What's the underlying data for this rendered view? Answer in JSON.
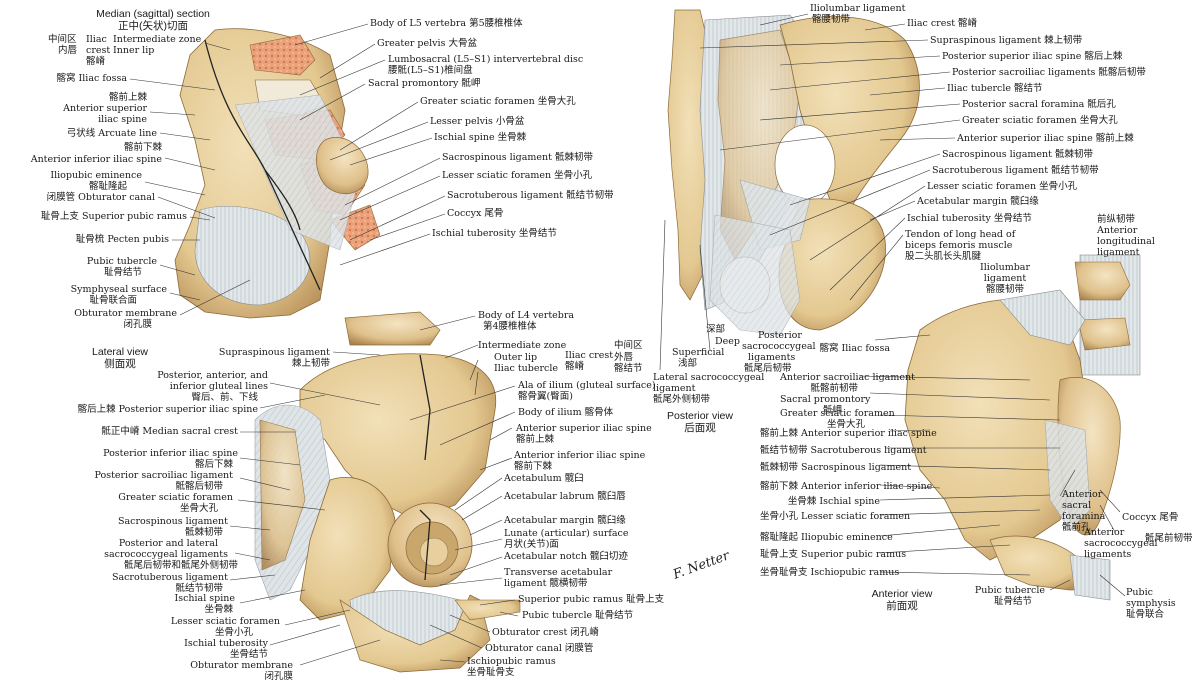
{
  "panels": {
    "median": {
      "title_en": "Median (sagittal) section",
      "title_zh": "正中(矢状)切面",
      "right_labels": [
        "Body of L5 vertebra 第5腰椎椎体",
        "Greater pelvis 大骨盆",
        "Lumbosacral (L5–S1) intervertebral disc",
        "腰骶(L5–S1)椎间盘",
        "Sacral promontory 骶岬",
        "Greater sciatic foramen 坐骨大孔",
        "Lesser pelvis 小骨盆",
        "Ischial spine 坐骨棘",
        "Sacrospinous ligament 骶棘韧带",
        "Lesser sciatic foramen 坐骨小孔",
        "Sacrotuberous ligament 骶结节韧带",
        "Coccyx 尾骨",
        "Ischial tuberosity 坐骨结节"
      ],
      "crest_group": {
        "zh_left": "中间区",
        "zh_left2": "内唇",
        "iliac": "Iliac",
        "crest": "crest",
        "zh_crest": "髂嵴",
        "zone": "Intermediate zone",
        "lip": "Inner lip"
      },
      "left_labels": [
        "髂窝 Iliac fossa",
        "髂前上棘",
        "Anterior superior",
        "iliac spine",
        "弓状线 Arcuate line",
        "髂前下棘",
        "Anterior inferior iliac spine",
        "Iliopubic eminence",
        "髂耻隆起",
        "闭膜管 Obturator canal",
        "耻骨上支 Superior pubic ramus",
        "耻骨梳 Pecten pubis",
        "Pubic tubercle",
        "耻骨结节",
        "Symphyseal surface",
        "耻骨联合面",
        "Obturator membrane",
        "闭孔膜"
      ]
    },
    "lateral": {
      "title_en": "Lateral view",
      "title_zh": "侧面观",
      "left_labels": [
        "Supraspinous ligament",
        "棘上韧带",
        "Posterior, anterior, and",
        "inferior gluteal lines",
        "臀后、前、下线",
        "髂后上棘 Posterior superior iliac spine",
        "骶正中嵴 Median sacral crest",
        "Posterior inferior iliac spine",
        "髂后下棘",
        "Posterior sacroiliac ligament",
        "骶髂后韧带",
        "Greater sciatic foramen",
        "坐骨大孔",
        "Sacrospinous ligament",
        "骶棘韧带",
        "Posterior and lateral",
        "sacrococcygeal ligaments",
        "骶尾后韧带和骶尾外侧韧带",
        "Sacrotuberous ligament",
        "骶结节韧带",
        "Ischial spine",
        "坐骨棘",
        "Lesser sciatic foramen",
        "坐骨小孔",
        "Ischial tuberosity",
        "坐骨结节",
        "Obturator membrane",
        "闭孔膜"
      ],
      "right_labels": [
        "Body of L4 vertebra",
        "第4腰椎椎体",
        "Intermediate zone",
        "Outer lip",
        "Iliac tubercle",
        "Ala of ilium (gluteal surface)",
        "髂骨翼(臀面)",
        "Body of ilium 髂骨体",
        "Anterior superior iliac spine",
        "髂前上棘",
        "Anterior inferior iliac spine",
        "髂前下棘",
        "Acetabulum 髋臼",
        "Acetabular labrum 髋臼唇",
        "Acetabular margin 髋臼缘",
        "Lunate (articular) surface",
        "月状(关节)面",
        "Acetabular notch 髋臼切迹",
        "Transverse acetabular",
        "ligament 髋横韧带",
        "Superior pubic ramus 耻骨上支",
        "Pubic tubercle 耻骨结节",
        "Obturator crest 闭孔嵴",
        "Obturator canal 闭膜管",
        "Ischiopubic ramus",
        "坐骨耻骨支"
      ],
      "crest_group": {
        "iliac_crest": "Iliac crest",
        "zh_crest": "髂嵴",
        "zh_zone": "中间区",
        "zh_outer": "外唇",
        "zh_tubercle": "髂结节"
      }
    },
    "posterior": {
      "title_en": "Posterior view",
      "title_zh": "后面观",
      "right_labels": [
        "Iliolumbar ligament",
        "髂腰韧带",
        "Iliac crest 髂嵴",
        "Supraspinous ligament 棘上韧带",
        "Posterior superior iliac spine 髂后上棘",
        "Posterior sacroiliac ligaments 骶髂后韧带",
        "Iliac tubercle 髂结节",
        "Posterior sacral foramina 骶后孔",
        "Greater sciatic foramen 坐骨大孔",
        "Anterior superior iliac spine 髂前上棘",
        "Sacrospinous ligament 骶棘韧带",
        "Sacrotuberous ligament 骶结节韧带",
        "Lesser sciatic foramen 坐骨小孔",
        "Acetabular margin 髋臼缘",
        "Ischial tuberosity 坐骨结节",
        "Tendon of long head of",
        "biceps femoris muscle",
        "股二头肌长头肌腱"
      ],
      "bottom_labels": {
        "deep_zh": "深部",
        "deep": "Deep",
        "superficial": "Superficial",
        "superficial_zh": "浅部",
        "post_sacro": "Posterior",
        "post_sacro2": "sacrococcygeal",
        "post_sacro3": "ligaments",
        "post_sacro_zh": "骶尾后韧带",
        "lat_sacro": "Lateral sacrococcygeal",
        "lat_sacro2": "ligament",
        "lat_sacro_zh": "骶尾外侧韧带"
      }
    },
    "anterior": {
      "title_en": "Anterior view",
      "title_zh": "前面观",
      "top_labels": {
        "alr": "前纵韧带",
        "alr2": "Anterior",
        "alr3": "longitudinal",
        "alr4": "ligament",
        "ilio": "Iliolumbar",
        "ilio2": "ligament",
        "ilio_zh": "髂腰韧带"
      },
      "left_labels": [
        "髂窝 Iliac fossa",
        "Anterior sacroiliac ligament",
        "骶髂前韧带",
        "Sacral promontory",
        "骶岬",
        "Greater sciatic foramen",
        "坐骨大孔",
        "髂前上棘 Anterior superior iliac spine",
        "骶结节韧带 Sacrotuberous ligament",
        "骶棘韧带 Sacrospinous ligament",
        "髂前下棘 Anterior inferior iliac spine",
        "坐骨棘 Ischial spine",
        "坐骨小孔 Lesser sciatic foramen",
        "髂耻隆起 Iliopubic eminence",
        "耻骨上支 Superior pubic ramus",
        "坐骨耻骨支 Ischiopubic ramus",
        "Pubic tubercle",
        "耻骨结节"
      ],
      "right_labels": {
        "asf": "Anterior",
        "asf2": "sacral",
        "asf3": "foramina",
        "asf_zh": "骶前孔",
        "coccyx": "Coccyx 尾骨",
        "asl": "Anterior",
        "asl2": "sacrococcygeal",
        "asl3": "ligaments",
        "asl_zh": "骶尾前韧带",
        "sym": "Pubic",
        "sym2": "symphysis",
        "sym_zh": "耻骨联合"
      }
    }
  },
  "signature": "F. Netter",
  "colors": {
    "bone": "#e7cf9e",
    "bone_shade": "#c9a66b",
    "bone_dark": "#a8824d",
    "ligament": "#d9dfe3",
    "marrow": "#e59a6a",
    "line": "#333333"
  }
}
